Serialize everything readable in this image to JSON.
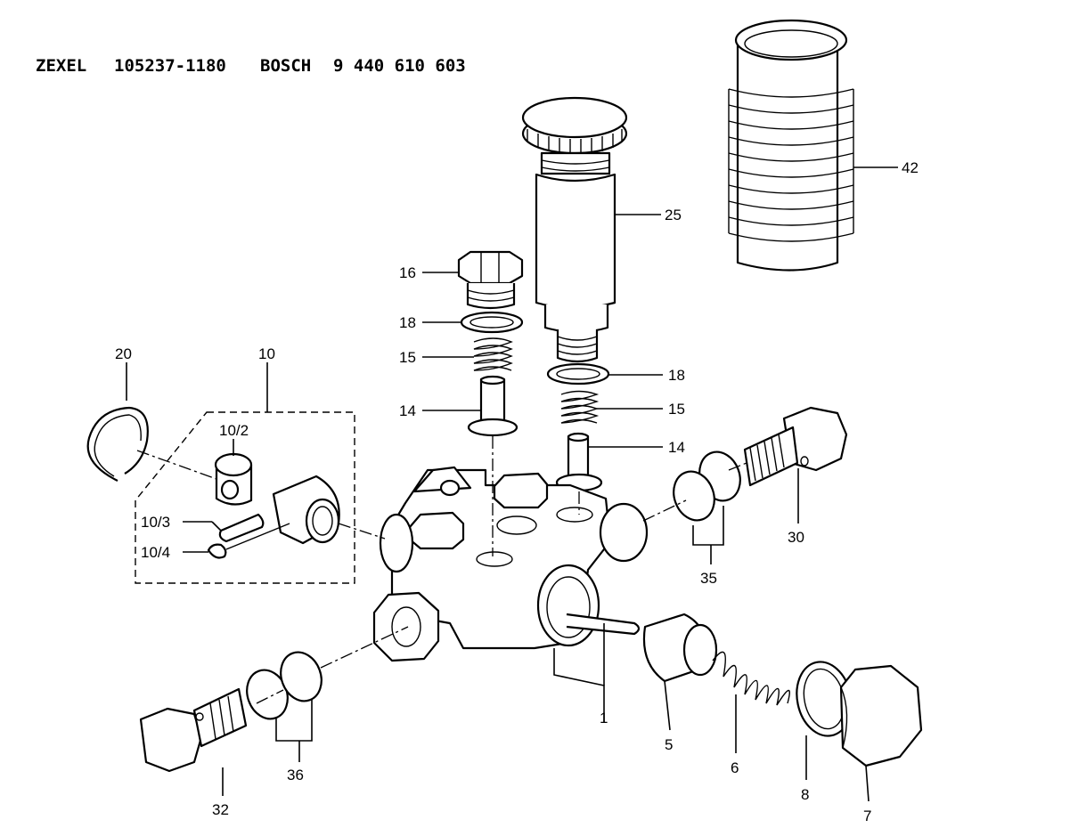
{
  "header": {
    "maker": "ZEXEL",
    "maker_part_no": "105237-1180",
    "oem": "BOSCH",
    "oem_part_no": "9 440 610 603"
  },
  "callouts": {
    "c1": "1",
    "c5": "5",
    "c6": "6",
    "c7": "7",
    "c8": "8",
    "c10": "10",
    "c10_2": "10/2",
    "c10_3": "10/3",
    "c10_4": "10/4",
    "c14a": "14",
    "c14b": "14",
    "c15a": "15",
    "c15b": "15",
    "c16": "16",
    "c18a": "18",
    "c18b": "18",
    "c20": "20",
    "c25": "25",
    "c30": "30",
    "c32": "32",
    "c35": "35",
    "c36": "36",
    "c42": "42"
  }
}
